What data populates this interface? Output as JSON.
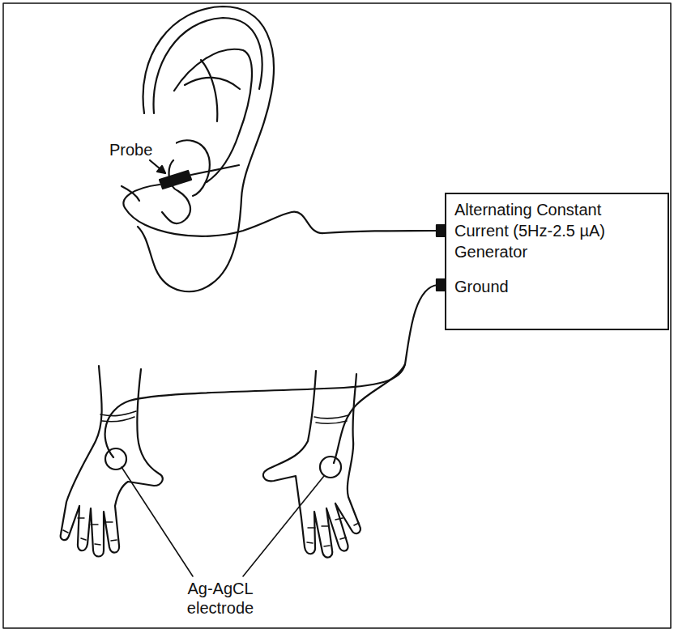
{
  "diagram": {
    "nodes": [
      {
        "text": [
          "Alternating Constant Current (5Hz-2.5 µA) Generator",
          "Ground"
        ]
      }
    ],
    "labels": [
      "Probe",
      "Ag-AgCL electrode"
    ]
  }
}
